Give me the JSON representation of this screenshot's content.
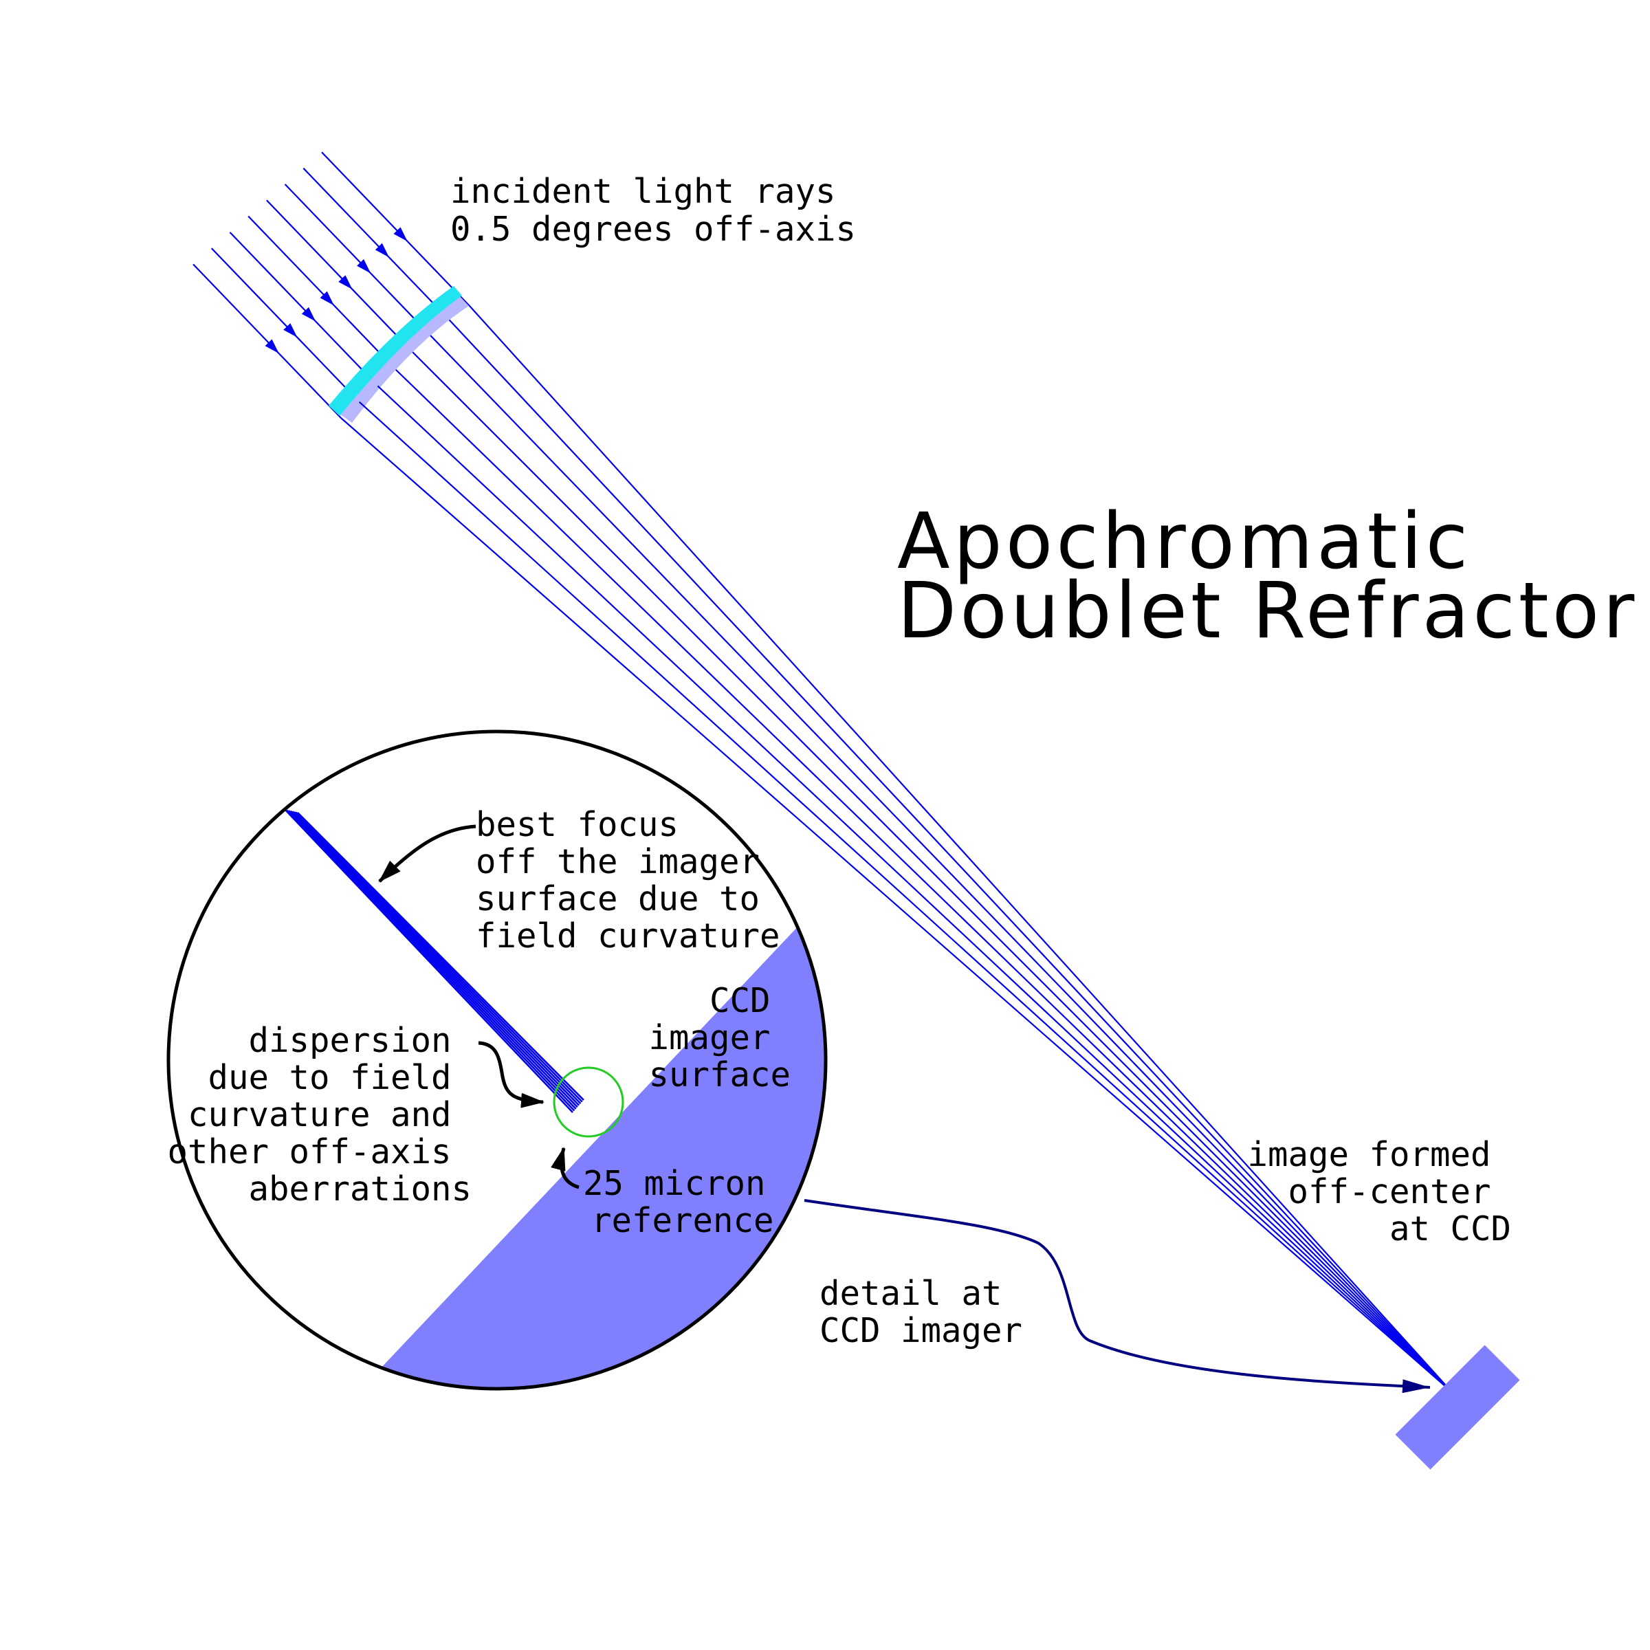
{
  "title": {
    "line1": "Apochromatic",
    "line2": "Doublet Refractor"
  },
  "labels": {
    "incident": [
      "incident light rays",
      "0.5 degrees off-axis"
    ],
    "best_focus": [
      "best focus",
      "off the imager",
      "surface due to",
      "field curvature"
    ],
    "dispersion": [
      "dispersion",
      "due to field",
      "curvature and",
      "other off-axis",
      "aberrations"
    ],
    "ccd_surface": [
      "CCD",
      "imager",
      "surface"
    ],
    "reference": [
      "25 micron",
      "reference"
    ],
    "image_formed": [
      "image formed",
      "off-center",
      "at CCD"
    ],
    "detail": [
      "detail at",
      "CCD imager"
    ]
  },
  "colors": {
    "ray": "#0000ee",
    "ccd": "#8080ff",
    "lens_crown": "#22e4f0",
    "lens_flint": "#b8b8ff",
    "reference_circle": "#22cc22",
    "leader": "#000080",
    "outline": "#000000"
  },
  "ray_count": 8
}
